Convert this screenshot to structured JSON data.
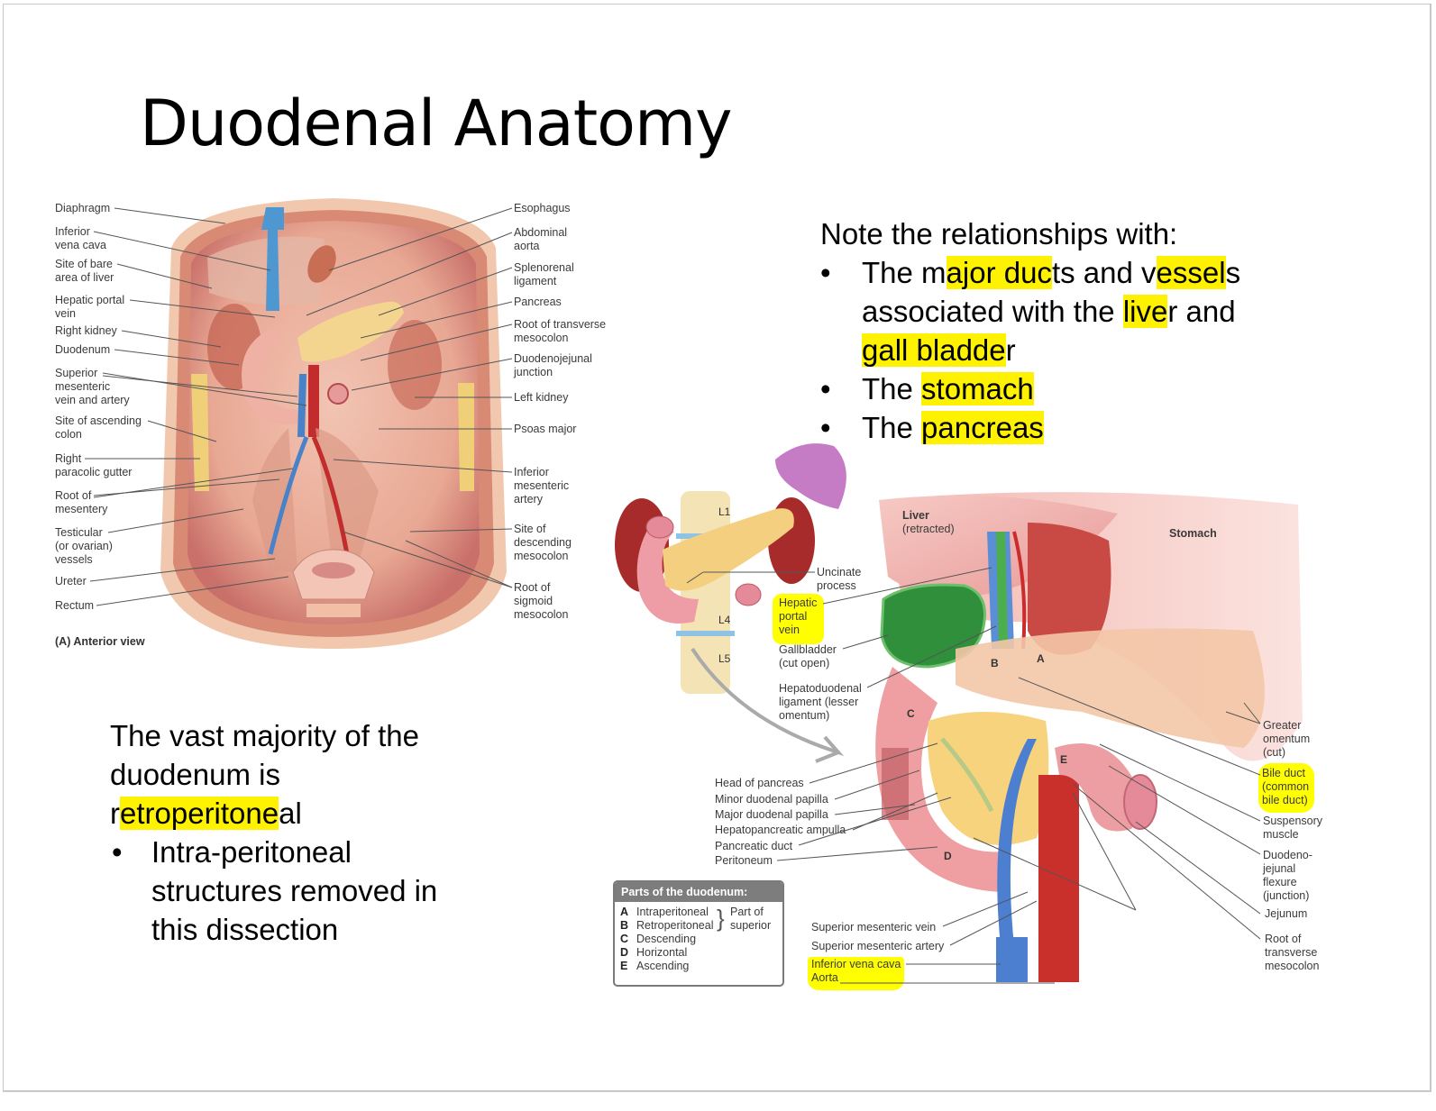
{
  "slide": {
    "title": "Duodenal Anatomy",
    "left_text": {
      "line1": "The vast majority of the",
      "line2": "duodenum is",
      "line3_pre": "r",
      "line3_hl": "etroperitone",
      "line3_post": "al",
      "bullet": "•",
      "sub1": "Intra-peritoneal",
      "sub2": "structures removed in",
      "sub3": "this dissection"
    },
    "right_text": {
      "intro": "Note the relationships with:",
      "bullet": "•",
      "b1_a": "The m",
      "b1_hl1": "ajor duc",
      "b1_b": "ts and v",
      "b1_hl2": "essel",
      "b1_c": "s",
      "b1_line2_a": "associated with the ",
      "b1_hl3": "live",
      "b1_line2_b": "r and",
      "b1_hl4": "gall bladde",
      "b1_line3_b": "r",
      "b2_a": "The ",
      "b2_hl": "stomach",
      "b3_a": "The ",
      "b3_hl": "pancreas"
    }
  },
  "figure_a": {
    "caption": "(A) Anterior view",
    "left_labels": [
      {
        "l1": "Diaphragm",
        "l2": ""
      },
      {
        "l1": "Inferior",
        "l2": "vena cava"
      },
      {
        "l1": "Site of bare",
        "l2": "area of liver"
      },
      {
        "l1": "Hepatic portal",
        "l2": "vein"
      },
      {
        "l1": "Right kidney",
        "l2": ""
      },
      {
        "l1": "Duodenum",
        "l2": ""
      },
      {
        "l1": "Superior",
        "l2": "mesenteric",
        "l3": "vein and artery"
      },
      {
        "l1": "Site of ascending",
        "l2": "colon"
      },
      {
        "l1": "Right",
        "l2": "paracolic gutter"
      },
      {
        "l1": "Root of",
        "l2": "mesentery"
      },
      {
        "l1": "Testicular",
        "l2": "(or ovarian)",
        "l3": "vessels"
      },
      {
        "l1": "Ureter",
        "l2": ""
      },
      {
        "l1": "Rectum",
        "l2": ""
      }
    ],
    "right_labels": [
      {
        "l1": "Esophagus",
        "l2": ""
      },
      {
        "l1": "Abdominal",
        "l2": "aorta"
      },
      {
        "l1": "Splenorenal",
        "l2": "ligament"
      },
      {
        "l1": "Pancreas",
        "l2": ""
      },
      {
        "l1": "Root of transverse",
        "l2": "mesocolon"
      },
      {
        "l1": "Duodenojejunal",
        "l2": "junction"
      },
      {
        "l1": "Left kidney",
        "l2": ""
      },
      {
        "l1": "Psoas major",
        "l2": ""
      },
      {
        "l1": "Inferior",
        "l2": "mesenteric",
        "l3": "artery"
      },
      {
        "l1": "Site of",
        "l2": "descending",
        "l3": "mesocolon"
      },
      {
        "l1": "Root of",
        "l2": "sigmoid",
        "l3": "mesocolon"
      }
    ]
  },
  "figure_b": {
    "vertebrae": [
      "L1",
      "L4",
      "L5"
    ],
    "organ_labels": {
      "liver": "Liver",
      "liver_sub": "(retracted)",
      "stomach": "Stomach"
    },
    "letters": [
      "A",
      "B",
      "C",
      "D",
      "E"
    ],
    "mid_labels": {
      "uncinate1": "Uncinate",
      "uncinate2": "process",
      "hpv1": "Hepatic",
      "hpv2": "portal",
      "hpv3": "vein",
      "gall1": "Gallbladder",
      "gall2": "(cut open)",
      "hepato1": "Hepatoduodenal",
      "hepato2": "ligament (lesser",
      "hepato3": "omentum)"
    },
    "lower_left_labels": [
      "Head of pancreas",
      "Minor duodenal papilla",
      "Major duodenal papilla",
      "Hepatopancreatic ampulla",
      "Pancreatic duct",
      "Peritoneum"
    ],
    "bottom_labels": [
      {
        "text": "Superior mesenteric vein",
        "highlight": false
      },
      {
        "text": "Superior mesenteric artery",
        "highlight": false
      },
      {
        "text": "Inferior vena cava",
        "highlight": true
      },
      {
        "text": "Aorta",
        "highlight": true
      }
    ],
    "right_labels": [
      {
        "l1": "Greater",
        "l2": "omentum",
        "l3": "(cut)",
        "highlight": false
      },
      {
        "l1": "Bile duct",
        "l2": "(common",
        "l3": "bile duct)",
        "highlight": true
      },
      {
        "l1": "Suspensory",
        "l2": "muscle",
        "highlight": false
      },
      {
        "l1": "Duodeno-",
        "l2": "jejunal",
        "l3": "flexure",
        "l4": "(junction)",
        "highlight": false
      },
      {
        "l1": "Jejunum",
        "highlight": false
      },
      {
        "l1": "Root of",
        "l2": "transverse",
        "l3": "mesocolon",
        "highlight": false
      }
    ],
    "parts_box": {
      "header": "Parts of the duodenum:",
      "rows": [
        {
          "letter": "A",
          "name": "Intraperitoneal",
          "note": "Part of"
        },
        {
          "letter": "B",
          "name": "Retroperitoneal",
          "note": "superior"
        },
        {
          "letter": "C",
          "name": "Descending",
          "note": ""
        },
        {
          "letter": "D",
          "name": "Horizontal",
          "note": ""
        },
        {
          "letter": "E",
          "name": "Ascending",
          "note": ""
        }
      ]
    }
  },
  "colors": {
    "highlight": "#fff200",
    "text": "#000000",
    "label_text": "#3a3a3a",
    "border": "#c8c8c8"
  }
}
